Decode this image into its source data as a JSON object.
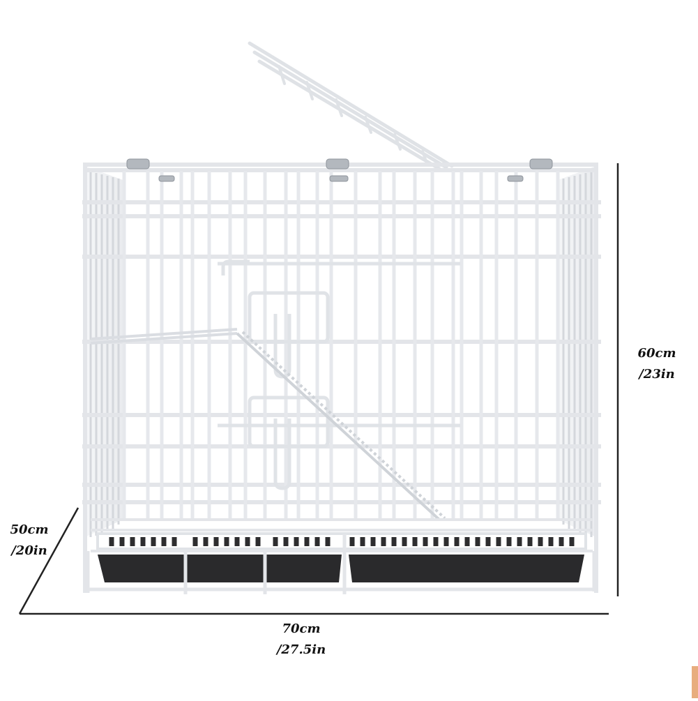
{
  "image": {
    "subject": "Foldable wire pet cage with top lid open, interior shelf and ramp, pull-out bottom tray",
    "background_color": "#ffffff",
    "cage_wire_color": "#e6e8ec",
    "tray_color": "#2a2a2c",
    "hinge_color": "#a9aeb4"
  },
  "dimensions": {
    "height": {
      "metric": "60cm",
      "imperial": "/23in"
    },
    "depth": {
      "metric": "50cm",
      "imperial": "/20in"
    },
    "width": {
      "metric": "70cm",
      "imperial": "/27.5in"
    }
  },
  "annotation_line_color": "#222222",
  "accent_tab_color": "#e8ad7e"
}
